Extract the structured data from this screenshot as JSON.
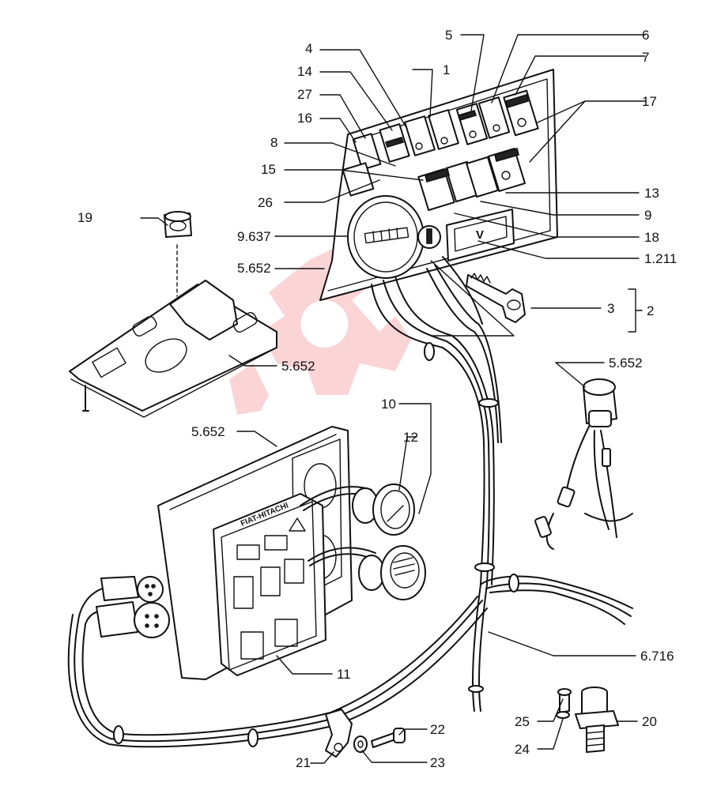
{
  "callouts": {
    "c1": "1",
    "c2": "2",
    "c3": "3",
    "c4": "4",
    "c5": "5",
    "c6": "6",
    "c7": "7",
    "c8": "8",
    "c9": "9",
    "c10": "10",
    "c11": "11",
    "c12": "12",
    "c13": "13",
    "c14": "14",
    "c15": "15",
    "c16": "16",
    "c17": "17",
    "c18": "18",
    "c19": "19",
    "c20": "20",
    "c21": "21",
    "c22": "22",
    "c23": "23",
    "c24": "24",
    "c25": "25",
    "c26": "26",
    "c27": "27",
    "c9637": "9.637",
    "c5652_panel": "5.652",
    "c5652_cover": "5.652",
    "c5652_box": "5.652",
    "c5652_switch": "5.652",
    "c1211": "1.211",
    "c6716": "6.716"
  },
  "instrument_text": {
    "brand": "FIAT-HITACHI",
    "voltmeter": "V"
  },
  "colors": {
    "line": "#111111",
    "watermark": "#e8131a"
  },
  "icons": [
    "gear-watermark",
    "key-icon",
    "connector-plug",
    "pressure-switch",
    "hour-meter"
  ]
}
